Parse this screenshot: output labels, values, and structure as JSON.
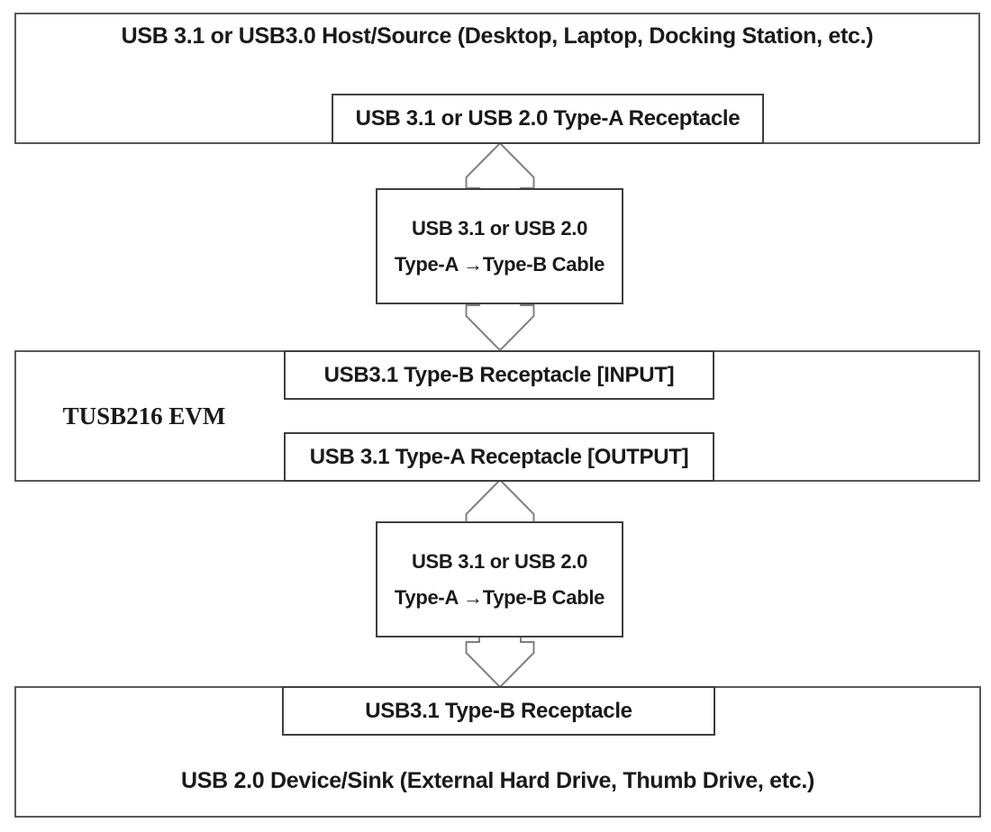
{
  "diagram": {
    "host": {
      "title": "USB 3.1 or USB3.0 Host/Source (Desktop, Laptop, Docking Station, etc.)",
      "receptacle": "USB 3.1 or USB 2.0 Type-A Receptacle"
    },
    "cable_top": {
      "line1": "USB 3.1 or USB 2.0",
      "line2": "Type-A →Type-B Cable"
    },
    "evm": {
      "label": "TUSB216 EVM",
      "input_receptacle": "USB3.1 Type-B Receptacle [INPUT]",
      "output_receptacle": "USB 3.1 Type-A Receptacle [OUTPUT]"
    },
    "cable_bottom": {
      "line1": "USB 3.1 or USB 2.0",
      "line2": "Type-A →Type-B Cable"
    },
    "device": {
      "receptacle": "USB3.1 Type-B Receptacle",
      "title": "USB 2.0 Device/Sink (External Hard Drive, Thumb Drive, etc.)"
    },
    "icons": {
      "arrow_top": "bidirectional-connection-arrow",
      "arrow_bottom": "bidirectional-connection-arrow"
    },
    "colors": {
      "outer_border": "#595959",
      "inner_border": "#3f3f3f",
      "arrow_outline": "#7f7f7f",
      "text": "#1a1a1a",
      "background": "#ffffff"
    }
  }
}
